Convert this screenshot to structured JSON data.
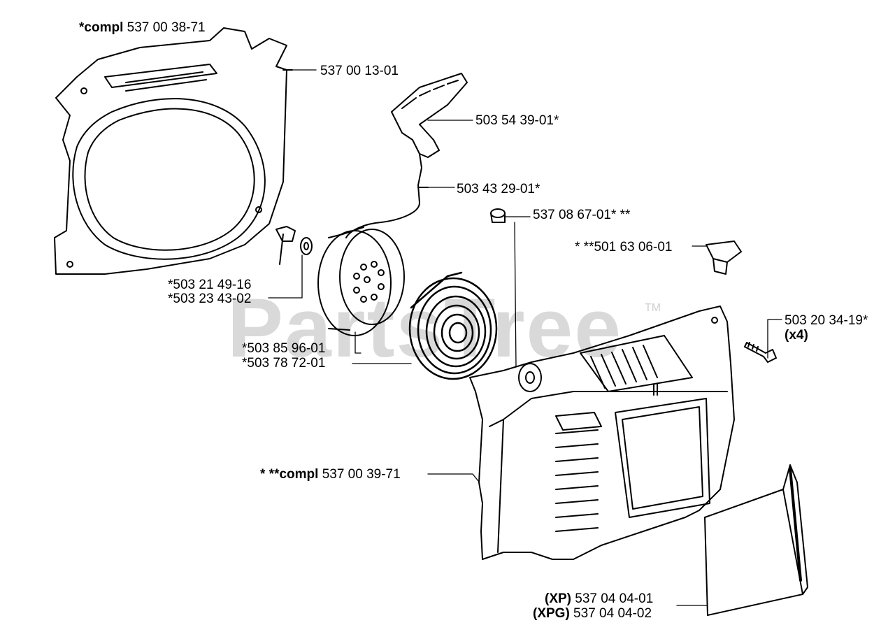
{
  "watermark": {
    "text": "PartsTree",
    "tm": "TM"
  },
  "labels": {
    "housing_compl": {
      "prefix": "*compl",
      "part": " 537 00 38-71"
    },
    "housing": "537 00 13-01",
    "handle": "503 54 39-01*",
    "cord": "503 43 29-01*",
    "bushing": "537 08 67-01* **",
    "grommet": "* **501 63 06-01",
    "screw_a": "*503 21 49-16",
    "washer": "*503 23 43-02",
    "pulley": "*503 85 96-01",
    "spring": "*503 78 72-01",
    "screw_b": "503 20 34-19*",
    "screw_b_qty": "(x4)",
    "cover_compl": {
      "prefix": "* **compl",
      "part": " 537 00 39-71"
    },
    "decal_xp": {
      "prefix": "(XP)",
      "part": " 537 04 04-01"
    },
    "decal_xpg": {
      "prefix": "(XPG)",
      "part": " 537 04 04-02"
    }
  }
}
